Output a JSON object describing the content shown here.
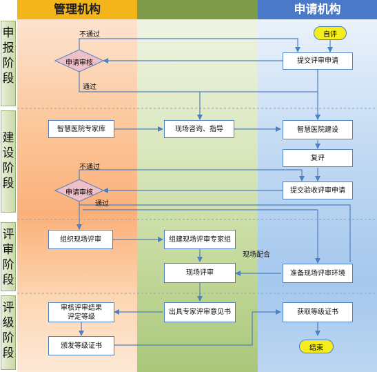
{
  "headers": {
    "left": "管理机构",
    "middle": "",
    "right": "申请机构"
  },
  "stages": [
    {
      "chars": [
        "申",
        "报",
        "阶",
        "段"
      ]
    },
    {
      "chars": [
        "建",
        "设",
        "阶",
        "段"
      ]
    },
    {
      "chars": [
        "评",
        "审",
        "阶",
        "段"
      ]
    },
    {
      "chars": [
        "评",
        "级",
        "阶",
        "段"
      ]
    }
  ],
  "nodes": {
    "start": "自评",
    "submit_review": "提交评审申请",
    "apply_audit_1": "申请审核",
    "expert_pool": "智慧医院专家库",
    "onsite_consult": "现场咨询、指导",
    "hospital_build": "智慧医院建设",
    "re_eval": "复评",
    "apply_audit_2": "申请审核",
    "submit_acceptance": "提交验收评审申请",
    "org_onsite_review": "组织现场评审",
    "form_expert_group": "组建现场评审专家组",
    "onsite_review": "现场评审",
    "prepare_env": "准备现场评审环境",
    "audit_results_line1": "审核评审结果",
    "audit_results_line2": "评定等级",
    "issue_opinion": "出具专家评审意见书",
    "get_cert": "获取等级证书",
    "issue_cert": "颁发等级证书",
    "end": "结束"
  },
  "labels": {
    "fail_1": "不通过",
    "pass_1": "通过",
    "fail_2": "不通过",
    "pass_2": "通过",
    "cooperate": "现场配合"
  }
}
